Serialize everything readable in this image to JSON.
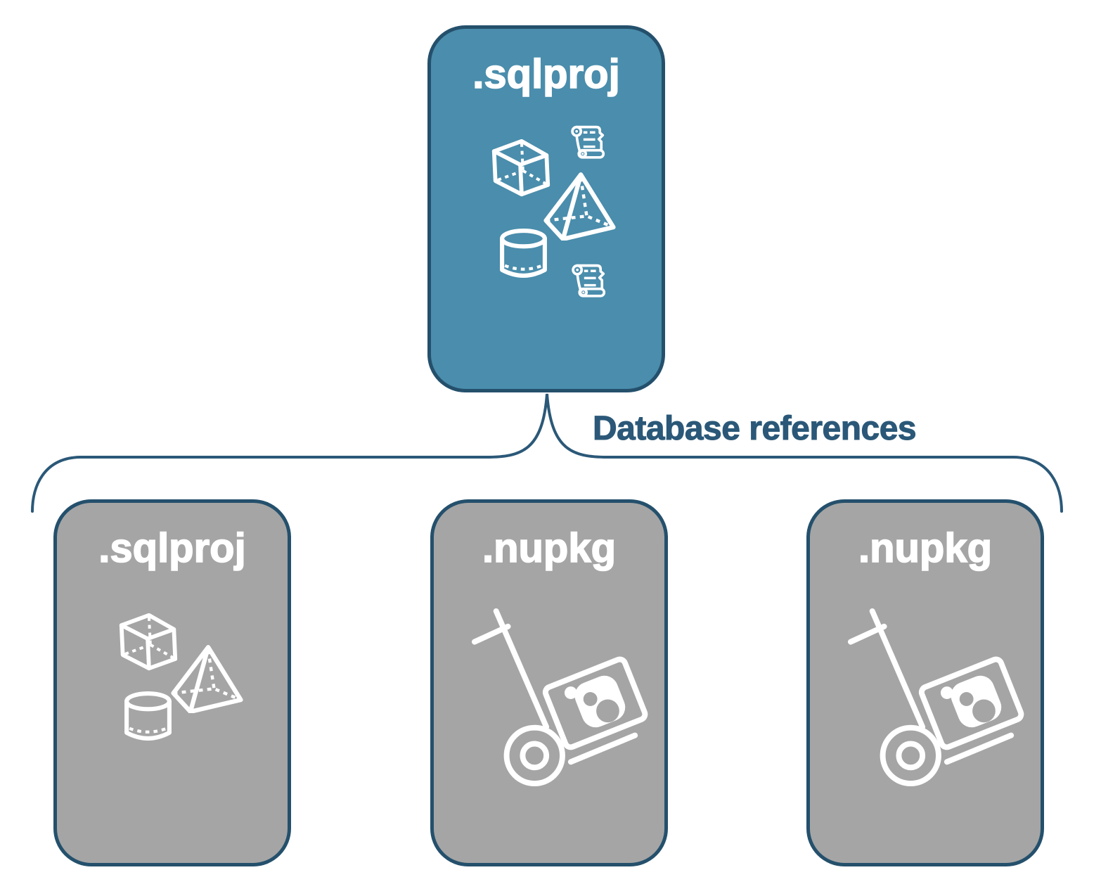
{
  "colors": {
    "accent_blue": "#4A8DAC",
    "node_gray": "#A5A5A5",
    "ink": "#2B5878",
    "border_navy": "#24506C",
    "icon_white": "#FFFFFF",
    "background": "#FFFFFF"
  },
  "diagram": {
    "root_node": {
      "label": ".sqlproj",
      "icons": [
        "cube-icon",
        "scroll-icon",
        "pyramid-icon",
        "cylinder-icon",
        "scroll-icon"
      ]
    },
    "connector": {
      "type": "brace",
      "label": "Database references"
    },
    "child_nodes": [
      {
        "label": ".sqlproj",
        "icons": [
          "cube-icon",
          "pyramid-icon",
          "cylinder-icon"
        ]
      },
      {
        "label": ".nupkg",
        "icons": [
          "nuget-handtruck-icon"
        ]
      },
      {
        "label": ".nupkg",
        "icons": [
          "nuget-handtruck-icon"
        ]
      }
    ]
  }
}
